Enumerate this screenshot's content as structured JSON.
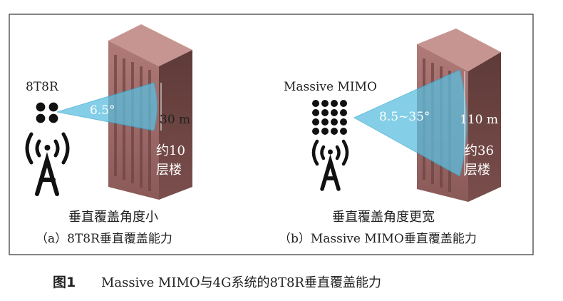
{
  "panel_a": {
    "antenna_label": "8T8R",
    "angle": "6.5°",
    "height": "30 m",
    "floors_line1": "约10",
    "floors_line2": "层楼",
    "subtitle": "垂直覆盖角度小",
    "caption": "（a）8T8R垂直覆盖能力"
  },
  "panel_b": {
    "antenna_label": "Massive MIMO",
    "angle": "8.5~35°",
    "height": "110 m",
    "floors_line1": "约36",
    "floors_line2": "层楼",
    "subtitle": "垂直覆盖角度更宽",
    "caption": "（b）Massive MIMO垂直覆盖能力"
  },
  "figure_caption": {
    "number": "图1",
    "text": "Massive MIMO与4G系统的8T8R垂直覆盖能力"
  },
  "colors": {
    "building": "#9a6464",
    "beam": "#5bbfe0"
  }
}
